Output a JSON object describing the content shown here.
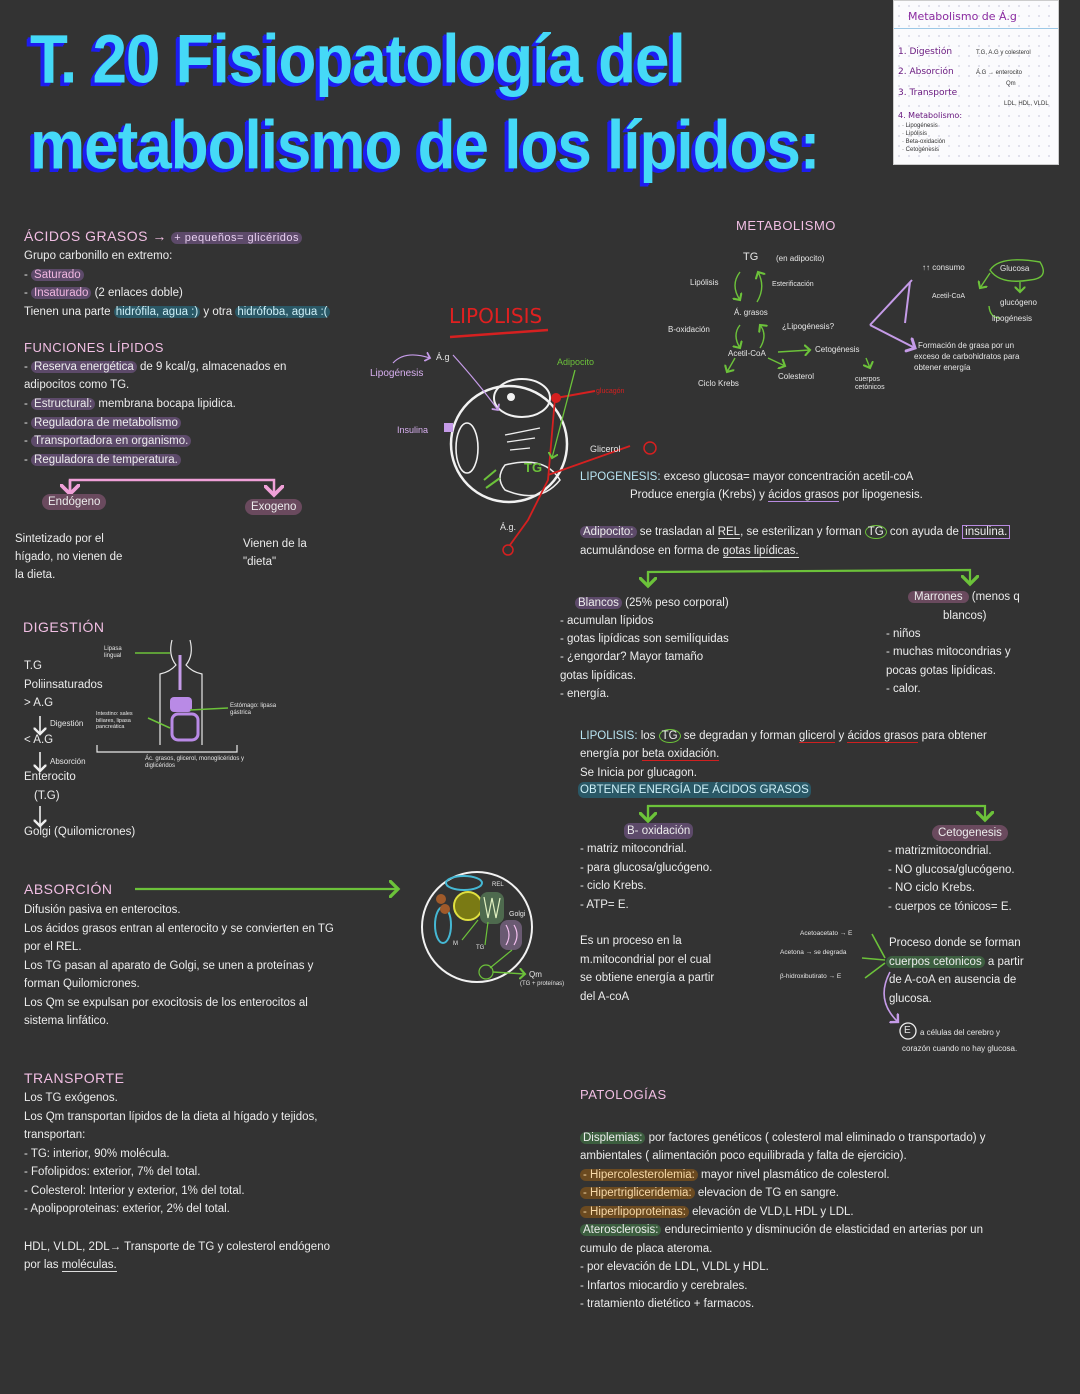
{
  "title": {
    "line1": "T. 20 Fisiopatología del",
    "line2": "metabolismo de los lípidos:"
  },
  "note_card": {
    "title": "Metabolismo de Á.g",
    "items": [
      "1. Digestión",
      "2. Absorción",
      "3. Transporte",
      "4. Metabolismo:"
    ],
    "item_notes": [
      "T.G, A.G y colesterol",
      "Á.G → enterocito",
      "Qm",
      "LDL, HDL, VLDL"
    ],
    "sub_items": [
      "· Lipogénesis",
      "· Lipólisis",
      "· Beta-oxidación",
      "· Cetogénesis"
    ]
  },
  "acidos_grasos": {
    "heading": "ÁCIDOS GRASOS →",
    "heading_tag": "+ pequeños= glicéridos",
    "line1": "Grupo carbonillo en extremo:",
    "saturado_dash": "- ",
    "saturado": "Saturado",
    "insaturado_dash": "- ",
    "insaturado": "Insaturado",
    "insaturado_rest": " (2 enlaces doble)",
    "parte_a": "Tienen una parte ",
    "hidrofila": "hidrófila, agua :)",
    "parte_b": " y otra ",
    "hidrofoba": "hidrófoba, agua :("
  },
  "funciones": {
    "heading": "FUNCIONES LÍPIDOS",
    "reserva": "Reserva energética",
    "reserva_rest": " de 9 kcal/g, almacenados en",
    "reserva_line2": "adipocitos como TG.",
    "estructural": "Estructural:",
    "estructural_rest": " membrana bocapa lipidica.",
    "items": [
      "Reguladora de metabolismo",
      "Transportadora en organismo.",
      "Reguladora de temperatura."
    ],
    "dash": "- ",
    "endogeno": "Endógeno",
    "exogeno": "Exogeno",
    "endogeno_text": [
      "Sintetizado por el",
      "hígado, no vienen de",
      "la dieta."
    ],
    "exogeno_text": [
      "Vienen de la",
      "\"dieta\""
    ]
  },
  "digestion": {
    "heading": "DIGESTIÓN",
    "steps": [
      "T.G",
      "Poliinsaturados",
      "> A.G",
      "< A.G",
      "Enterocito",
      "(T.G)",
      "Golgi (Quilomicrones)"
    ],
    "arrow_labels": [
      "Digestión",
      "Absorción"
    ],
    "body_labels": [
      "Lipasa lingual",
      "Estómago: lipasa gástrica",
      "Intestino: sales biliares, lipasa pancreática",
      "Ác. grasos, glicerol, monoglicéridos y diglicéridos"
    ]
  },
  "absorcion": {
    "heading": "ABSORCIÓN",
    "lines": [
      "Difusión pasiva en enterocitos.",
      "Los ácidos grasos entran al enterocito y se convierten en TG",
      "por el REL.",
      "Los TG pasan al aparato de Golgi, se unen a proteínas y",
      "forman Quilomicrones.",
      "Los Qm se expulsan por exocitosis de los enterocitos al",
      "sistema linfático."
    ],
    "cell_labels": {
      "rel": "REL",
      "golgi": "Golgi",
      "m": "M",
      "tg": "TG",
      "qm": "Qm",
      "qm_note": "(TG + proteínas)"
    }
  },
  "transporte": {
    "heading": "TRANSPORTE",
    "lines": [
      "Los TG exógenos.",
      "Los Qm transportan lípidos de la dieta al hígado y tejidos,",
      "transportan:",
      "- TG: interior, 90% molécula.",
      "- Fofolipidos: exterior, 7% del total.",
      "- Colesterol: Interior y exterior, 1% del total.",
      "- Apolipoproteinas: exterior, 2% del total."
    ],
    "hdl_line1": "HDL, VLDL, 2DL→ Transporte de TG y colesterol endógeno",
    "hdl_line2a": "por las ",
    "hdl_line2b": "moléculas."
  },
  "lipolisis_diagram": {
    "title": "LIPOLISIS",
    "labels": {
      "lipogenesis": "Lipogénesis",
      "ag_top": "Á.g",
      "insulina": "Insulina",
      "adipocito": "Adipocito",
      "glucagon": "glucagón",
      "glicerol": "Glicerol",
      "tg": "TG",
      "ag_bottom": "Á.g."
    }
  },
  "metabolismo": {
    "heading": "METABOLISMO",
    "nodes": {
      "tg": "TG",
      "tg_note": "(en adipocito)",
      "lipolisis": "Lipólisis",
      "esterificacion": "Esterificación",
      "ac_grasos": "Á. grasos",
      "b_oxidacion": "B-oxidación",
      "lipogenesis_q": "¿Lipogénesis?",
      "acetil_coa": "Acetil-CoA",
      "cetogenesis": "Cetogénesis",
      "ciclo_krebs": "Ciclo Krebs",
      "colesterol": "Colesterol",
      "cuerpos": "cuerpos cetónicos"
    },
    "right": {
      "consumo": "↑↑ consumo",
      "glucosa": "Glucosa",
      "acetil": "Acetil-CoA",
      "glucogeno": "glucógeno",
      "lipogenesis": "lipogénesis",
      "formacion": [
        "Formación de grasa por un",
        "exceso de carbohidratos para",
        "obtener energía"
      ]
    }
  },
  "lipogenesis": {
    "label": "LIPOGENESIS:",
    "line1": " exceso glucosa= mayor concentración acetil-coA",
    "line2a": "Produce energía (Krebs) y ",
    "line2b": "ácidos grasos",
    "line2c": " por lipogenesis.",
    "adipocito": "Adipocito:",
    "ad_a": " se trasladan al ",
    "ad_rel": "REL",
    "ad_b": ", se esterilizan y forman ",
    "ad_tg": "TG",
    "ad_c": " con ayuda de ",
    "ad_ins": "insulina.",
    "ad_line2a": "acumulándose en forma de ",
    "ad_line2b": "gotas lipídicas."
  },
  "adipocitos": {
    "blancos": "Blancos",
    "blancos_rest": " (25% peso corporal)",
    "blancos_lines": [
      "- acumulan lípidos",
      "- gotas lipídicas son semilíquidas",
      "- ¿engordar? Mayor tamaño",
      "gotas lipídicas.",
      "- energía."
    ],
    "marrones": "Marrones",
    "marrones_rest": " (menos q",
    "marrones_line2": "blancos)",
    "marrones_lines": [
      "- niños",
      "- muchas mitocondrias y",
      "pocas gotas lipídicas.",
      "- calor."
    ]
  },
  "lipolisis": {
    "label": "LIPOLISIS:",
    "a": " los ",
    "tg": "TG",
    "b": " se degradan y forman ",
    "glicerol": "glicerol",
    "c": " y ",
    "acidos": "ácidos grasos",
    "d": " para obtener",
    "line2a": "energía por ",
    "line2b": "beta oxidación.",
    "line3": "Se Inicia por glucagon.",
    "obtener": "OBTENER ENERGÍA DE ÁCIDOS GRASOS"
  },
  "beta_oxidacion": {
    "label": "B- oxidación",
    "lines": [
      "- matriz mitocondrial.",
      "- para glucosa/glucógeno.",
      "- ciclo Krebs.",
      "- ATP= E."
    ],
    "desc": [
      "Es un proceso en la",
      "m.mitocondrial por el cual",
      "se obtiene energía a partir",
      "del A-coA"
    ]
  },
  "cetogenesis": {
    "label": "Cetogenesis",
    "lines": [
      "- matrizmitocondrial.",
      "- NO glucosa/glucógeno.",
      "- NO ciclo Krebs.",
      "- cuerpos ce tónicos= E."
    ],
    "desc1": "Proceso donde se forman",
    "desc2a": "cuerpos cetonicos",
    "desc2b": " a partir",
    "desc3": "de A-coA en ausencia de",
    "desc4": "glucosa.",
    "bodies": [
      "Acetoacetato → E",
      "Acetona → se degrada",
      "β-hidroxibutirato → E"
    ],
    "e_note": [
      "a células del cerebro y",
      "corazón cuando no hay glucosa."
    ],
    "e_letter": "E"
  },
  "patologias": {
    "heading": "PATOLOGÍAS",
    "dis": "Displemias:",
    "dis_rest": " por factores genéticos ( colesterol mal eliminado o transportado) y",
    "dis_line2": "ambientales ( alimentación poco equilibrada y falta de ejercicio).",
    "hiper": [
      {
        "term": "- Hipercolesterolemia:",
        "rest": " mayor nivel plasmático de colesterol."
      },
      {
        "term": "- Hipertrigliceridemia:",
        "rest": " elevacion de TG en sangre."
      },
      {
        "term": "- Hiperlipoproteinas:",
        "rest": " elevación de VLD,L HDL y LDL."
      }
    ],
    "ate": "Aterosclerosis:",
    "ate_rest": " endurecimiento y disminución de elasticidad en arterias por un",
    "ate_line2": "cumulo de placa ateroma.",
    "ate_lines": [
      "- por elevación de LDL, VLDL y HDL.",
      "- Infartos miocardio y cerebrales.",
      "- tratamiento dietético + farmacos."
    ]
  },
  "colors": {
    "background": "#333333",
    "heading_pink": "#f2bfe4",
    "title_cyan": "#45d9f7",
    "title_shadow": "#1d1df0",
    "arrow_green": "#6cc23a",
    "arrow_pink": "#f0a0d8",
    "red": "#d62020",
    "violet": "#c59be8"
  }
}
